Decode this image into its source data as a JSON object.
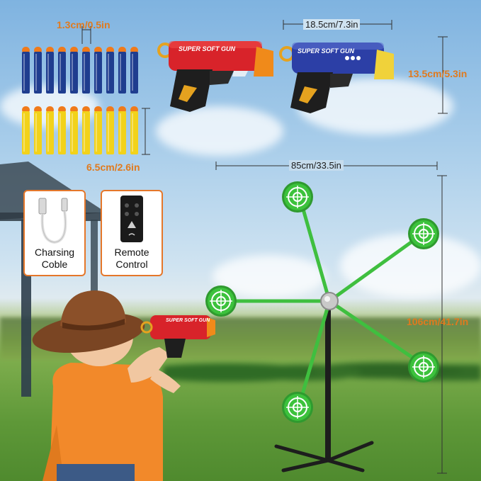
{
  "dimensions": {
    "dart_width": "1.3cm/0.5in",
    "dart_height": "6.5cm/2.6in",
    "gun_length": "18.5cm/7.3in",
    "gun_height": "13.5cm/5.3in",
    "target_width": "85cm/33.5in",
    "target_height": "106cm/41.7in"
  },
  "accessories": {
    "cable_label_line1": "Charsing",
    "cable_label_line2": "Coble",
    "remote_label_line1": "Remote",
    "remote_label_line2": "Control"
  },
  "guns": {
    "red_gun_text": "SUPER SOFT GUN",
    "blue_gun_text": "SUPER SOFT GUN",
    "child_gun_text": "SUPER SOFT GUN"
  },
  "darts": {
    "blue_count": 10,
    "yellow_count": 10
  },
  "colors": {
    "dim_text": "#1c1c1c",
    "accent_orange": "#e07a1e",
    "target_green": "#3cc23c",
    "gun_red": "#d8232a",
    "gun_blue": "#2c3fa6",
    "dart_blue": "#1f3d8f",
    "dart_yellow": "#f2d21a",
    "dart_tip": "#f07a1a"
  }
}
